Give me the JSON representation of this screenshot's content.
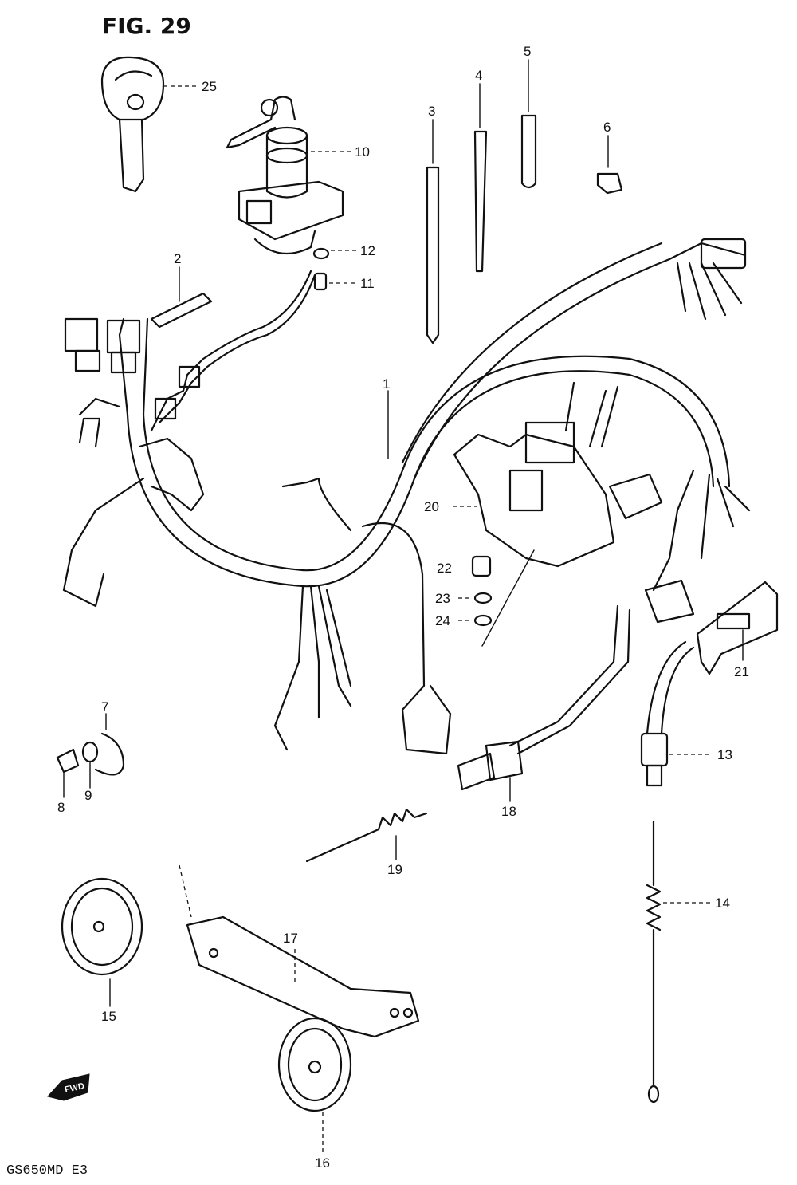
{
  "figure": {
    "title": "FIG. 29"
  },
  "footer": {
    "model": "GS650MD  E3",
    "bottom_callout": "16"
  },
  "fwd_marker": {
    "label": "FWD"
  },
  "callouts": {
    "c1": "1",
    "c2": "2",
    "c3": "3",
    "c4": "4",
    "c5": "5",
    "c6": "6",
    "c7": "7",
    "c8": "8",
    "c9": "9",
    "c10": "10",
    "c11": "11",
    "c12": "12",
    "c13": "13",
    "c14": "14",
    "c15": "15",
    "c17": "17",
    "c18": "18",
    "c19": "19",
    "c20": "20",
    "c21": "21",
    "c22": "22",
    "c23": "23",
    "c24": "24",
    "c25": "25"
  },
  "colors": {
    "ink": "#111111",
    "paper": "#ffffff"
  }
}
